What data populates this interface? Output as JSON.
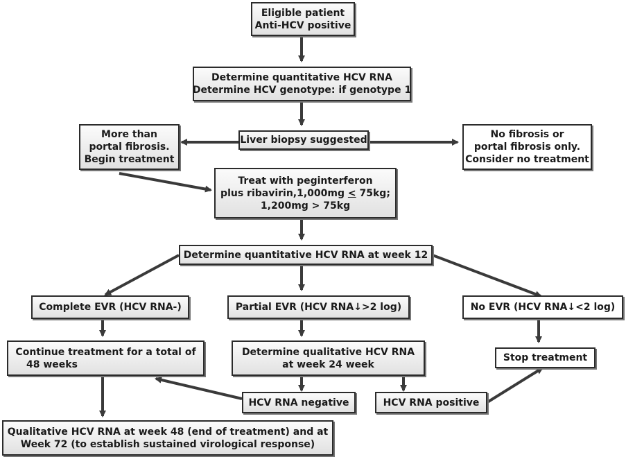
{
  "nodes": {
    "eligible": {
      "line1": "Eligible patient",
      "line2": "Anti-HCV positive"
    },
    "determine_rna": {
      "line1": "Determine quantitative HCV RNA",
      "line2": "Determine HCV genotype: if genotype 1"
    },
    "liver_biopsy": {
      "line1": "Liver biopsy suggested"
    },
    "more_fibrosis": {
      "line1": "More than",
      "line2": "portal fibrosis.",
      "line3": "Begin treatment"
    },
    "no_fibrosis": {
      "line1": "No fibrosis or",
      "line2": "portal fibrosis only.",
      "line3": "Consider no treatment"
    },
    "treat": {
      "line1": "Treat with peginterferon",
      "line2_a": "plus ribavirin,1,000mg ",
      "line2_le": "<",
      "line2_b": " 75kg;",
      "line3": "1,200mg > 75kg"
    },
    "week12": {
      "line1": "Determine quantitative HCV RNA at week 12"
    },
    "complete_evr": {
      "line1": "Complete EVR (HCV RNA-)"
    },
    "partial_evr": {
      "line1": "Partial EVR (HCV RNA↓>2 log)"
    },
    "no_evr": {
      "line1": "No EVR (HCV RNA↓<2 log)"
    },
    "continue": {
      "line1": "Continue treatment for a total of",
      "line2": "48 weeks"
    },
    "qualitative24": {
      "line1": "Determine qualitative HCV RNA",
      "line2": "at week 24 week"
    },
    "stop": {
      "line1": "Stop treatment"
    },
    "rna_negative": {
      "line1": "HCV RNA negative"
    },
    "rna_positive": {
      "line1": "HCV RNA positive"
    },
    "final": {
      "line1": "Qualitative HCV RNA at week 48 (end of treatment) and at",
      "line2": "Week 72 (to establish sustained virological response)"
    }
  },
  "colors": {
    "arrow": "#3a3a3a",
    "border": "#2b2b2b",
    "shade_top": "#fbfbfb",
    "shade_bottom": "#e1e1e1"
  }
}
